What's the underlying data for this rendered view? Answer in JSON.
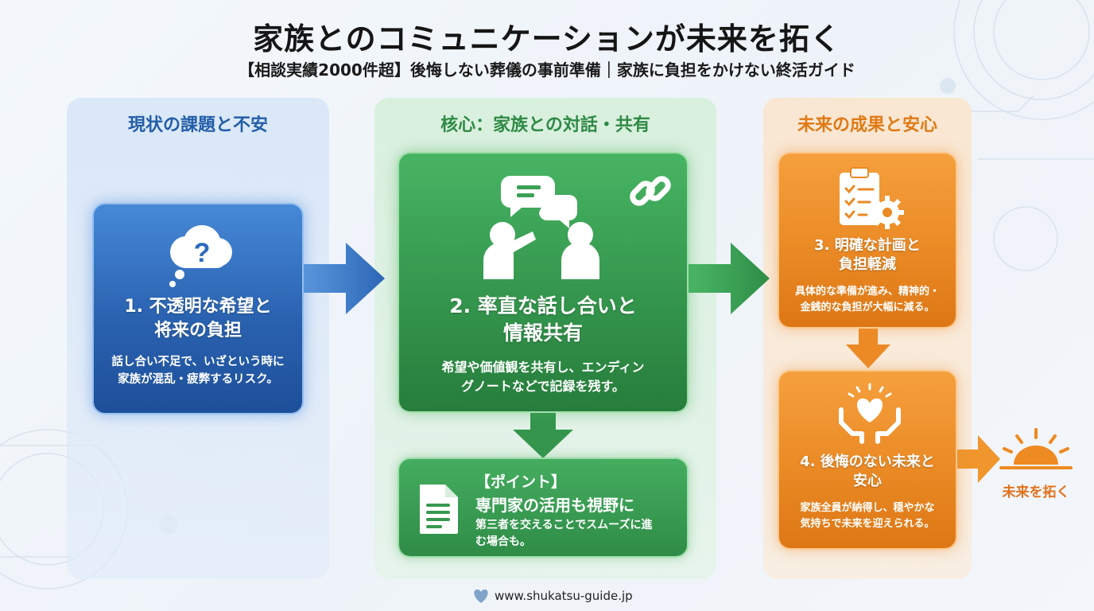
{
  "header": {
    "title": "家族とのコミュニケーションが未来を拓く",
    "subtitle": "【相談実績2000件超】後悔しない葬儀の事前準備｜家族に負担をかけない終活ガイド"
  },
  "panels": {
    "current": {
      "heading": "現状の課題と不安"
    },
    "core": {
      "heading": "核心：家族との対話・共有"
    },
    "future": {
      "heading": "未来の成果と安心"
    }
  },
  "steps": {
    "step1": {
      "title_line1": "1. 不透明な希望と",
      "title_line2": "将来の負担",
      "body_line1": "話し合い不足で、いざという時に",
      "body_line2": "家族が混乱・疲弊するリスク。"
    },
    "step2": {
      "title_line1": "2. 率直な話し合いと",
      "title_line2": "情報共有",
      "body_line1": "希望や価値観を共有し、エンディン",
      "body_line2": "グノートなどで記録を残す。"
    },
    "point": {
      "label": "【ポイント】",
      "title": "専門家の活用も視野に",
      "body_line1": "第三者を交えることでスムーズに進",
      "body_line2": "む場合も。"
    },
    "step3": {
      "title_line1": "3. 明確な計画と",
      "title_line2": "負担軽減",
      "body_line1": "具体的な準備が進み、精神的・",
      "body_line2": "金銭的な負担が大幅に減る。"
    },
    "step4": {
      "title_line1": "4. 後悔のない未来と",
      "title_line2": "安心",
      "body_line1": "家族全員が納得し、穏やかな",
      "body_line2": "気持ちで未来を迎えられる。"
    }
  },
  "outcome": {
    "label": "未来を拓く"
  },
  "footer": {
    "url": "www.shukatsu-guide.jp"
  },
  "icons": {
    "step1": "question-cloud-icon",
    "step2": "conversation-people-icon",
    "link": "chain-link-icon",
    "point": "document-icon",
    "step3": "clipboard-gear-icon",
    "step4": "heart-hands-icon",
    "outcome": "sunrise-icon",
    "logo": "heart-logo-icon"
  },
  "colors": {
    "blue": "#2a62b0",
    "green": "#34964d",
    "orange": "#ea8a25",
    "outcome_text": "#e2721b"
  }
}
